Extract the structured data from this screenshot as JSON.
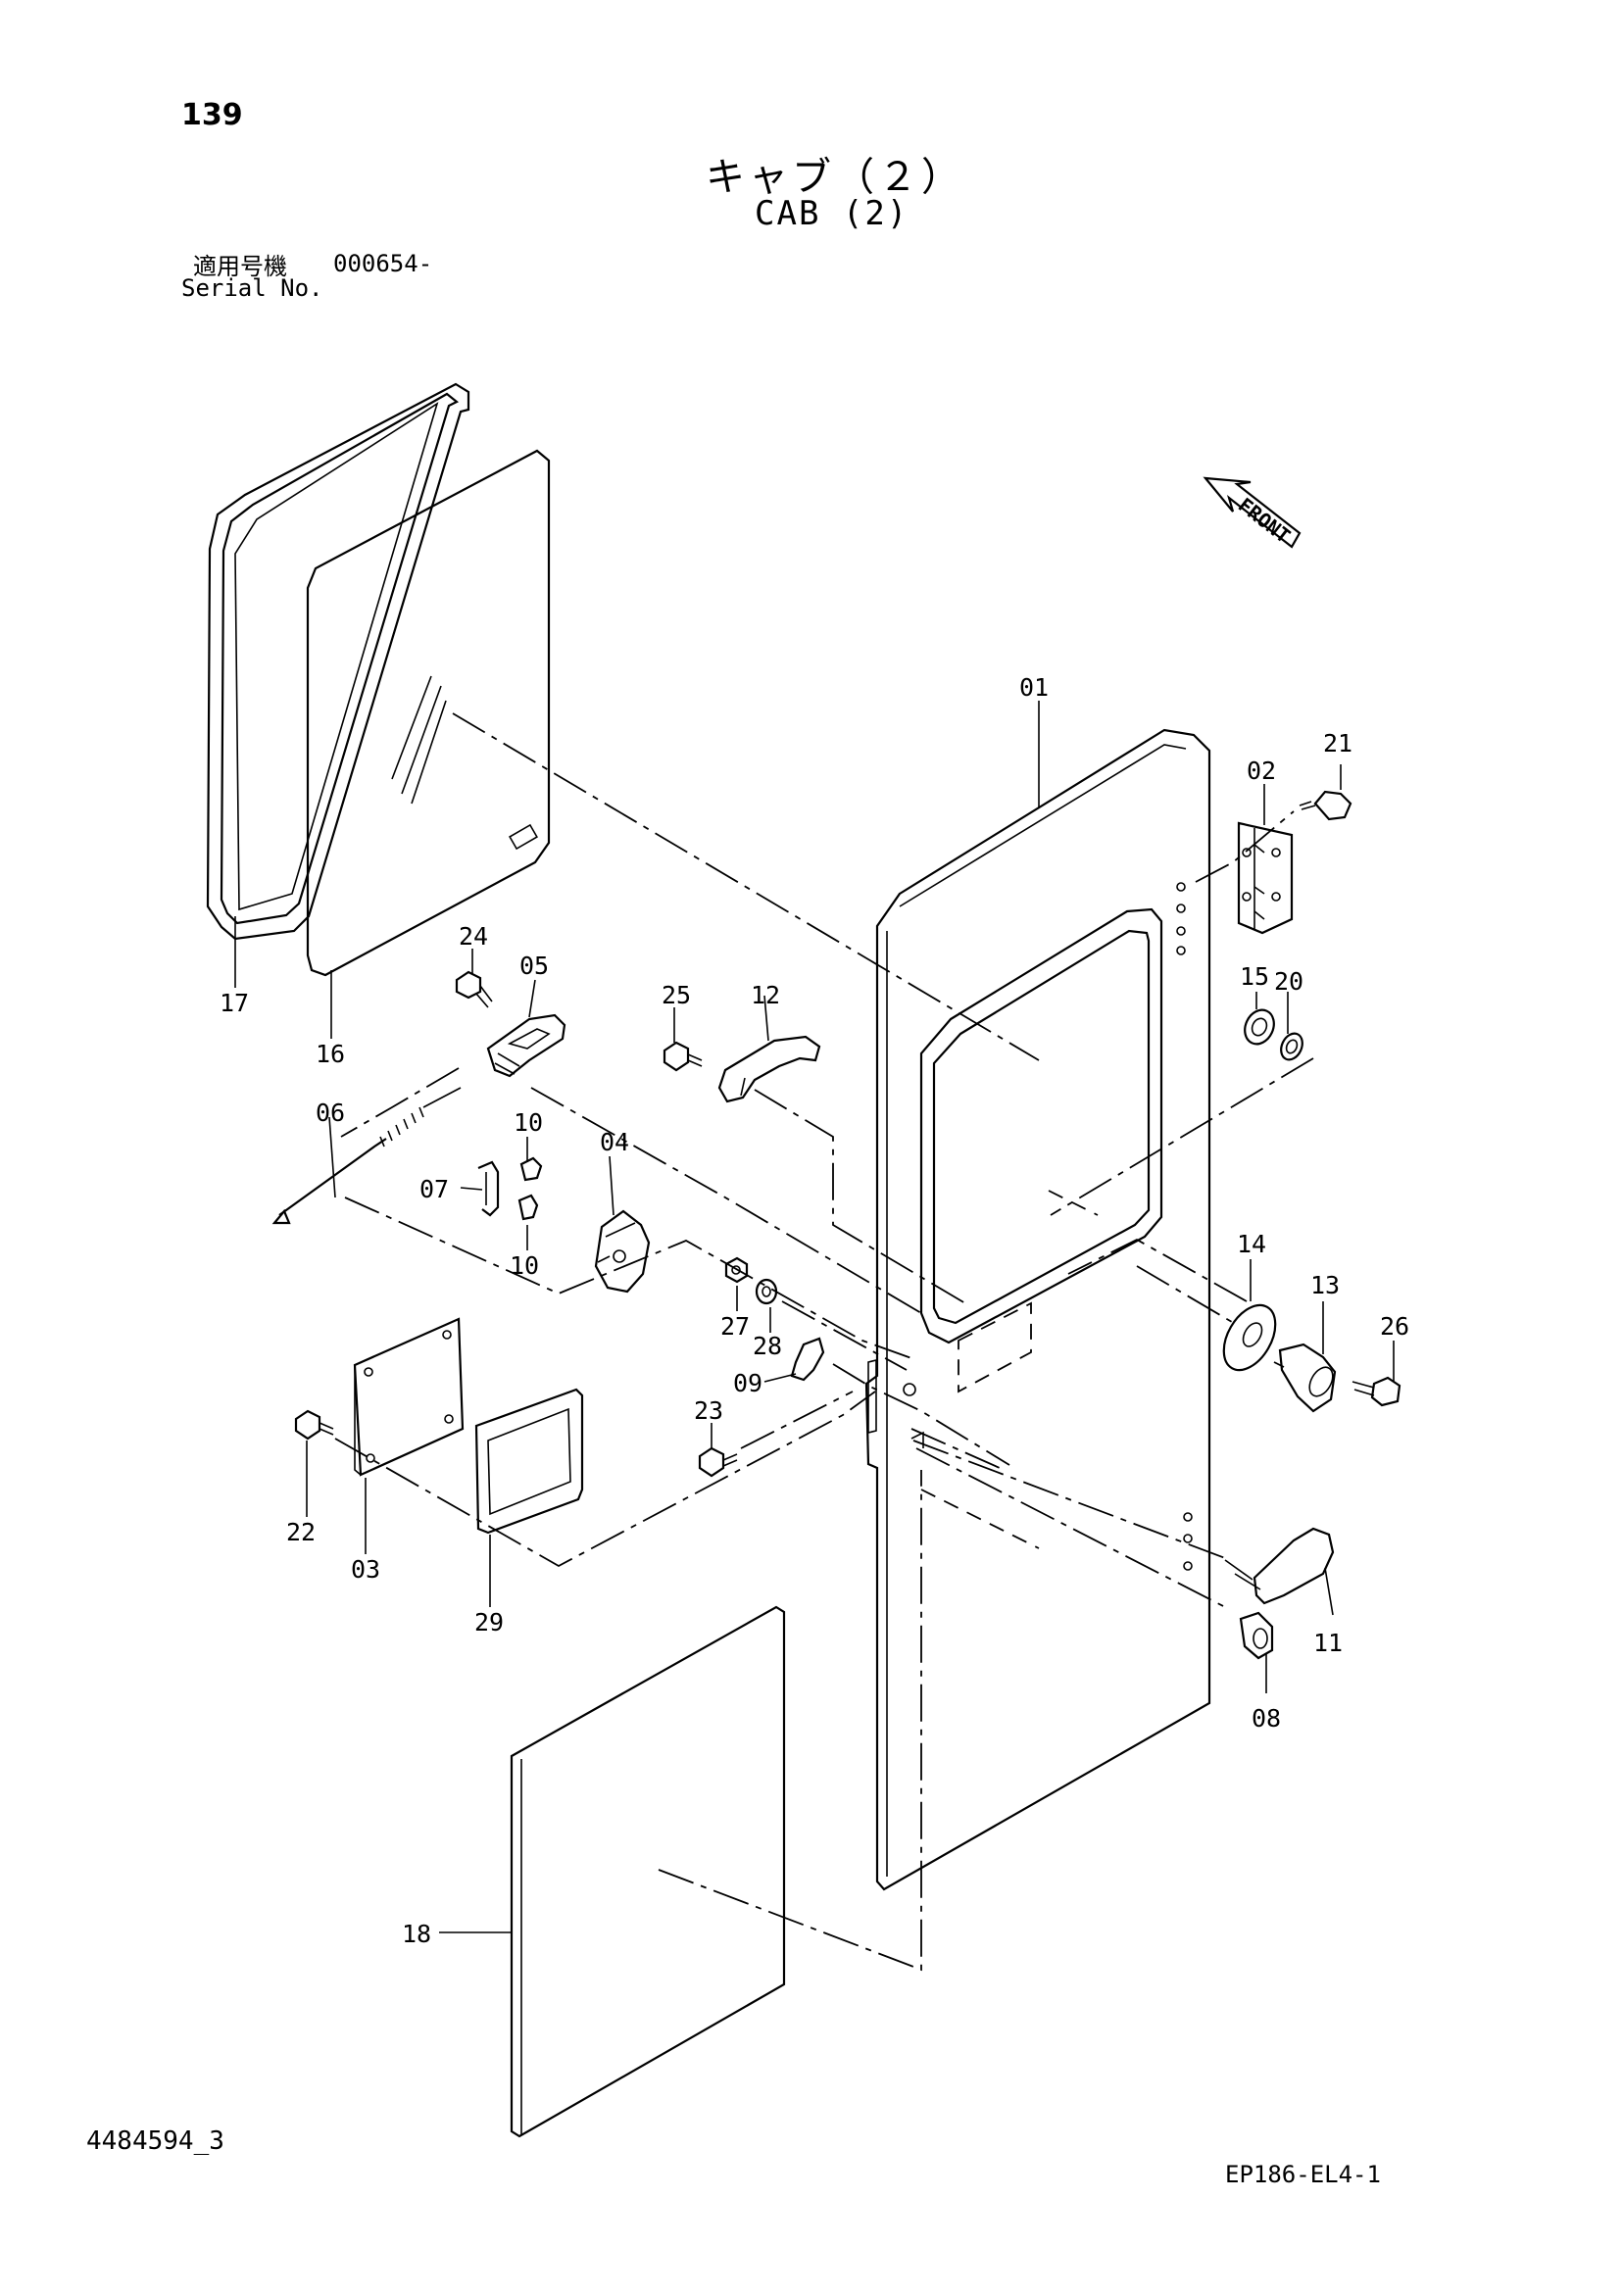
{
  "header": {
    "page_number": "139",
    "title_jp": "キャブ（２）",
    "title_en": "CAB (2)",
    "serial_label_jp": "適用号機",
    "serial_value": "000654-",
    "serial_label_en": "Serial No."
  },
  "front_indicator": "FRONT",
  "part_labels": {
    "p01": "01",
    "p02": "02",
    "p03": "03",
    "p04": "04",
    "p05": "05",
    "p06": "06",
    "p07": "07",
    "p08": "08",
    "p09": "09",
    "p10a": "10",
    "p10b": "10",
    "p11": "11",
    "p12": "12",
    "p13": "13",
    "p14": "14",
    "p15": "15",
    "p16": "16",
    "p17": "17",
    "p18": "18",
    "p20": "20",
    "p21": "21",
    "p22": "22",
    "p23": "23",
    "p24": "24",
    "p25": "25",
    "p26": "26",
    "p27": "27",
    "p28": "28",
    "p29": "29"
  },
  "footer": {
    "doc_id": "4484594_3",
    "code_id": "EP186-EL4-1"
  }
}
